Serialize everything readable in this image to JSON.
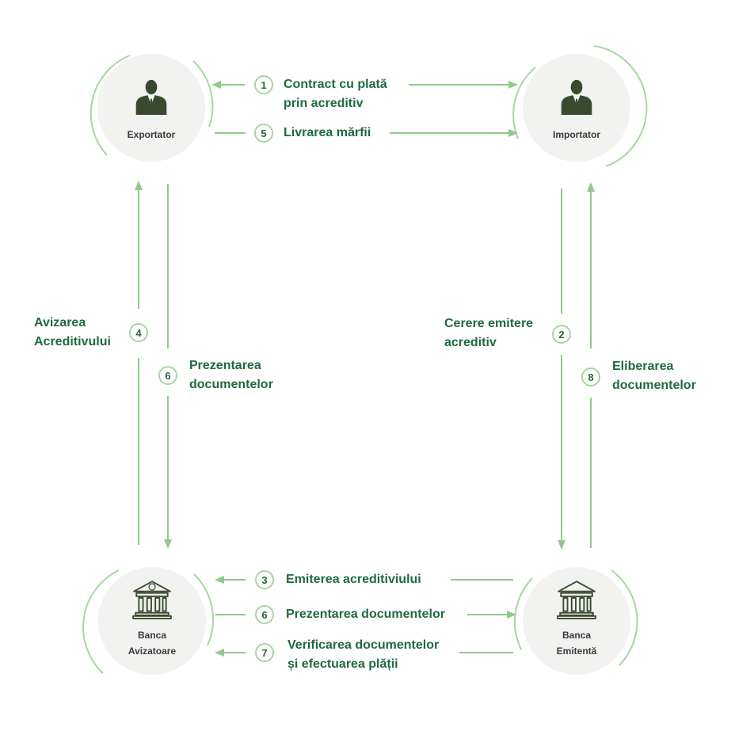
{
  "nodes": {
    "exporter": "Exportator",
    "importer": "Importator",
    "advising_bank": [
      "Banca",
      "Avizatoare"
    ],
    "issuing_bank": [
      "Banca",
      "Emitentă"
    ]
  },
  "steps": {
    "contract": {
      "number": "1",
      "lines": [
        "Contract cu plată",
        "prin acreditiv"
      ]
    },
    "goods_delivery": {
      "number": "5",
      "text": "Livrarea mărfii"
    },
    "lc_advising": {
      "number": "4",
      "lines": [
        "Avizarea",
        "Acreditivului"
      ]
    },
    "doc_presentation_exporter": {
      "number": "6",
      "lines": [
        "Prezentarea",
        "documentelor"
      ]
    },
    "issue_request": {
      "number": "2",
      "lines": [
        "Cerere emitere",
        "acreditiv"
      ]
    },
    "doc_release": {
      "number": "8",
      "lines": [
        "Eliberarea",
        "documentelor"
      ]
    },
    "lc_issuance": {
      "number": "3",
      "text": "Emiterea acreditiviului"
    },
    "doc_presentation_bank": {
      "number": "6",
      "text": "Prezentarea documentelor"
    },
    "verification_payment": {
      "number": "7",
      "lines": [
        "Verificarea documentelor",
        "și efectuarea plății"
      ]
    }
  },
  "colors": {
    "accent": "#1f6a3c",
    "line": "#8fca8b",
    "circle_fill": "#f2f2f0",
    "icon": "#3a4a2f"
  }
}
